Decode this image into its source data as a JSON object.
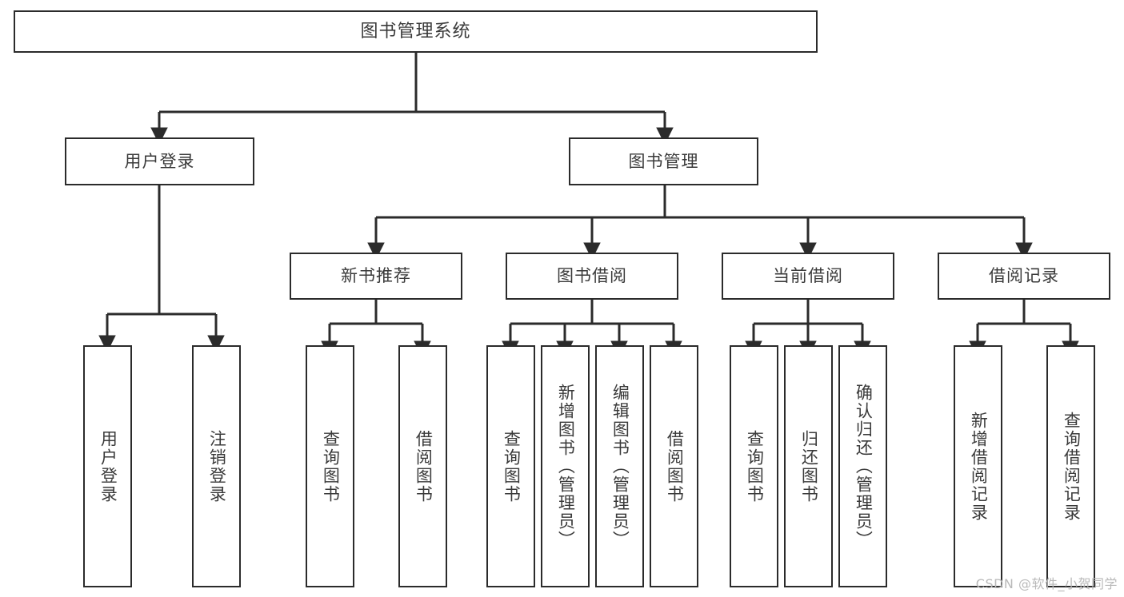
{
  "diagram": {
    "title": "图书管理系统",
    "watermark": "CSDN @软件_小贺同学",
    "colors": {
      "stroke": "#2b2b2b",
      "text": "#3a3a3a",
      "background": "#ffffff",
      "watermark": "#b9b9b9"
    },
    "nodes": {
      "root": {
        "label": "图书管理系统"
      },
      "level2": [
        {
          "label": "用户登录"
        },
        {
          "label": "图书管理"
        }
      ],
      "level3": [
        {
          "label": "新书推荐"
        },
        {
          "label": "图书借阅"
        },
        {
          "label": "当前借阅"
        },
        {
          "label": "借阅记录"
        }
      ],
      "leaves": {
        "user_login": [
          {
            "label": "用户登录"
          },
          {
            "label": "注销登录"
          }
        ],
        "new_book": [
          {
            "label": "查询图书"
          },
          {
            "label": "借阅图书"
          }
        ],
        "borrow_book": [
          {
            "label": "查询图书"
          },
          {
            "label": "新增图书（管理员）"
          },
          {
            "label": "编辑图书（管理员）"
          },
          {
            "label": "借阅图书"
          }
        ],
        "current_borrow": [
          {
            "label": "查询图书"
          },
          {
            "label": "归还图书"
          },
          {
            "label": "确认归还（管理员）"
          }
        ],
        "borrow_record": [
          {
            "label": "新增借阅记录"
          },
          {
            "label": "查询借阅记录"
          }
        ]
      }
    }
  }
}
